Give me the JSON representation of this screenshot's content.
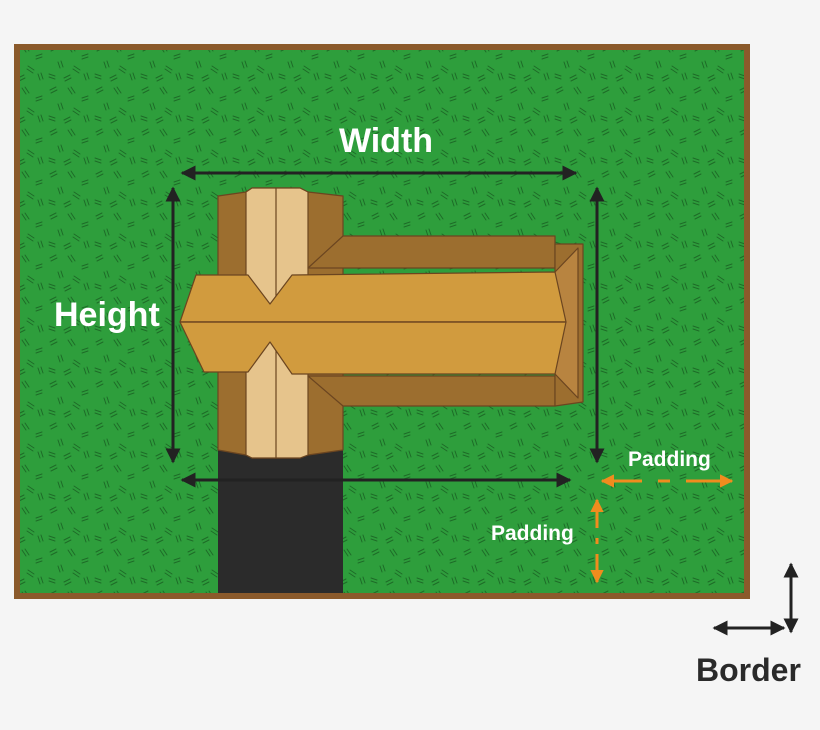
{
  "labels": {
    "width": "Width",
    "height": "Height",
    "padding_right": "Padding",
    "padding_bottom": "Padding",
    "border": "Border"
  },
  "colors": {
    "page_background": "#f5f5f5",
    "field_green": "#2e9e3c",
    "grass_stroke": "#1d6b27",
    "border_brown": "#8b5a2b",
    "wood_dark": "#9c6e2f",
    "wood_mid": "#d19b3e",
    "wood_light": "#e6c48c",
    "post_black": "#2b2b2b",
    "dimension_arrow": "#222222",
    "padding_arrow": "#f08c1e",
    "label_white": "#ffffff",
    "label_dark": "#2a2a2a"
  }
}
